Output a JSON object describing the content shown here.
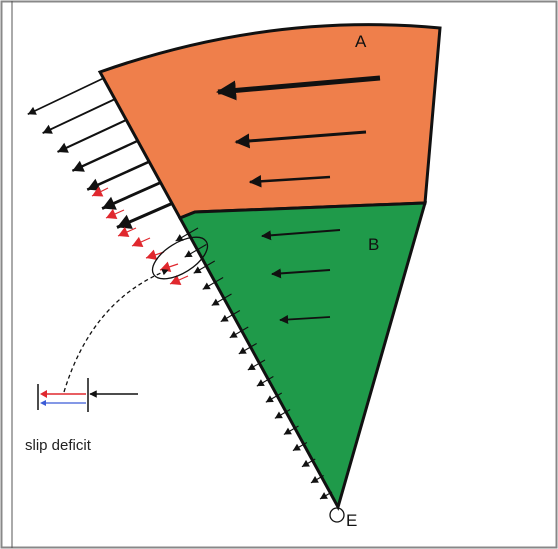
{
  "labels": {
    "region_a": "A",
    "region_b": "B",
    "apex": "E",
    "slip_deficit": "slip deficit"
  },
  "colors": {
    "region_a_fill": "#ef7f4b",
    "region_b_fill": "#1f9a4a",
    "outline": "#111111",
    "red_arrow": "#e0282e",
    "blue_mark": "#3b5bd6",
    "border": "#888888"
  },
  "icons": {
    "flow_arrow": "left-arrow-icon",
    "apex_marker": "circle-icon"
  }
}
